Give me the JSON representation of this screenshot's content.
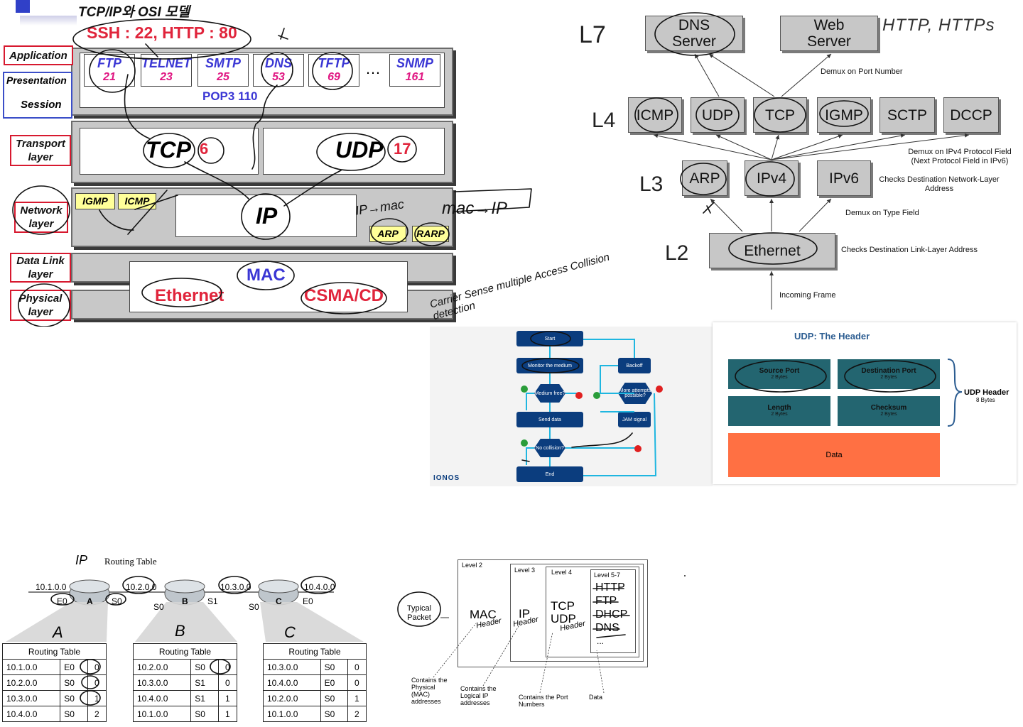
{
  "osi": {
    "title": "TCP/IP와 OSI 모델",
    "ports_note": "SSH : 22, HTTP : 80",
    "layers": {
      "application": "Application",
      "presentation": "Presentation",
      "session": "Session",
      "transport": "Transport layer",
      "network": "Network layer",
      "datalink": "Data Link layer",
      "physical": "Physical layer"
    },
    "protocols": [
      {
        "name": "FTP",
        "port": "21"
      },
      {
        "name": "TELNET",
        "port": "23"
      },
      {
        "name": "SMTP",
        "port": "25"
      },
      {
        "name": "DNS",
        "port": "53"
      },
      {
        "name": "TFTP",
        "port": "69"
      },
      {
        "name": "SNMP",
        "port": "161"
      }
    ],
    "ellipsis": "…",
    "pop3_note": "POP3 110",
    "tcp": "TCP",
    "tcp_num": "6",
    "udp": "UDP",
    "udp_num": "17",
    "igmp": "IGMP",
    "icmp": "ICMP",
    "ip": "IP",
    "arp": "ARP",
    "rarp": "RARP",
    "arp_note": "IP→mac",
    "rarp_note": "mac→IP",
    "mac_note": "MAC",
    "ethernet_note": "Ethernet",
    "csma_note": "CSMA/CD"
  },
  "stack": {
    "dns_server": "DNS Server",
    "web_server": "Web Server",
    "http_note": "HTTP, HTTPs",
    "l7": "L7",
    "l4": "L4",
    "l3": "L3",
    "l2": "L2",
    "demux_port": "Demux on Port Number",
    "transport": [
      "ICMP",
      "UDP",
      "TCP",
      "IGMP",
      "SCTP",
      "DCCP"
    ],
    "demux_proto": "Demux on IPv4 Protocol Field (Next Protocol Field in IPv6)",
    "network": [
      "ARP",
      "IPv4",
      "IPv6"
    ],
    "checks_net": "Checks Destination Network-Layer Address",
    "demux_type": "Demux on Type Field",
    "ethernet": "Ethernet",
    "checks_link": "Checks Destination Link-Layer Address",
    "incoming": "Incoming Frame"
  },
  "csma": {
    "note": "Carrier Sense multiple Access Collision detection",
    "start": "Start",
    "monitor": "Monitor the medium",
    "medium_free": "Medium free?",
    "send": "Send data",
    "no_collision": "No collision?",
    "end": "End",
    "backoff": "Backoff",
    "more": "More attempts possible?",
    "jam": "JAM signal",
    "brand": "IONOS"
  },
  "udp": {
    "title": "UDP: The Header",
    "fields": [
      {
        "name": "Source Port",
        "size": "2 Bytes"
      },
      {
        "name": "Destination Port",
        "size": "2 Bytes"
      },
      {
        "name": "Length",
        "size": "2 Bytes"
      },
      {
        "name": "Checksum",
        "size": "2 Bytes"
      }
    ],
    "data": "Data",
    "header_label": "UDP Header",
    "header_size": "8 Bytes",
    "colors": {
      "field": "#236570",
      "data": "#ff7043"
    }
  },
  "routing": {
    "title": "Routing Table",
    "ip_note": "IP",
    "routers": [
      {
        "name": "A",
        "note": "A",
        "left_net": "10.1.0.0",
        "left_if": "E0",
        "right_net": "10.2.0.0",
        "right_if": "S0"
      },
      {
        "name": "B",
        "note": "B",
        "left_if": "S0",
        "right_net": "10.3.0.0",
        "right_if": "S1"
      },
      {
        "name": "C",
        "note": "C",
        "left_if": "S0",
        "right_net": "10.4.0.0",
        "right_if": "E0"
      }
    ],
    "tables": [
      {
        "title": "Routing Table",
        "rows": [
          [
            "10.1.0.0",
            "E0",
            "0"
          ],
          [
            "10.2.0.0",
            "S0",
            "0"
          ],
          [
            "10.3.0.0",
            "S0",
            "1"
          ],
          [
            "10.4.0.0",
            "S0",
            "2"
          ]
        ]
      },
      {
        "title": "Routing Table",
        "rows": [
          [
            "10.2.0.0",
            "S0",
            "0"
          ],
          [
            "10.3.0.0",
            "S1",
            "0"
          ],
          [
            "10.4.0.0",
            "S1",
            "1"
          ],
          [
            "10.1.0.0",
            "S0",
            "1"
          ]
        ]
      },
      {
        "title": "Routing Table",
        "rows": [
          [
            "10.3.0.0",
            "S0",
            "0"
          ],
          [
            "10.4.0.0",
            "E0",
            "0"
          ],
          [
            "10.2.0.0",
            "S0",
            "1"
          ],
          [
            "10.1.0.0",
            "S0",
            "2"
          ]
        ]
      }
    ]
  },
  "packet": {
    "typical": "Typical Packet",
    "level2": "Level 2",
    "level3": "Level 3",
    "level4": "Level 4",
    "level57": "Level 5-7",
    "mac": "MAC",
    "ip": "IP",
    "tcp": "TCP",
    "udp": "UDP",
    "apps": [
      "HTTP",
      "FTP",
      "DHCP",
      "DNS",
      "..."
    ],
    "header_note": "Header",
    "contains_mac": "Contains the Physical (MAC) addresses",
    "contains_ip": "Contains the Logical IP addresses",
    "contains_port": "Contains the Port Numbers",
    "data": "Data"
  }
}
